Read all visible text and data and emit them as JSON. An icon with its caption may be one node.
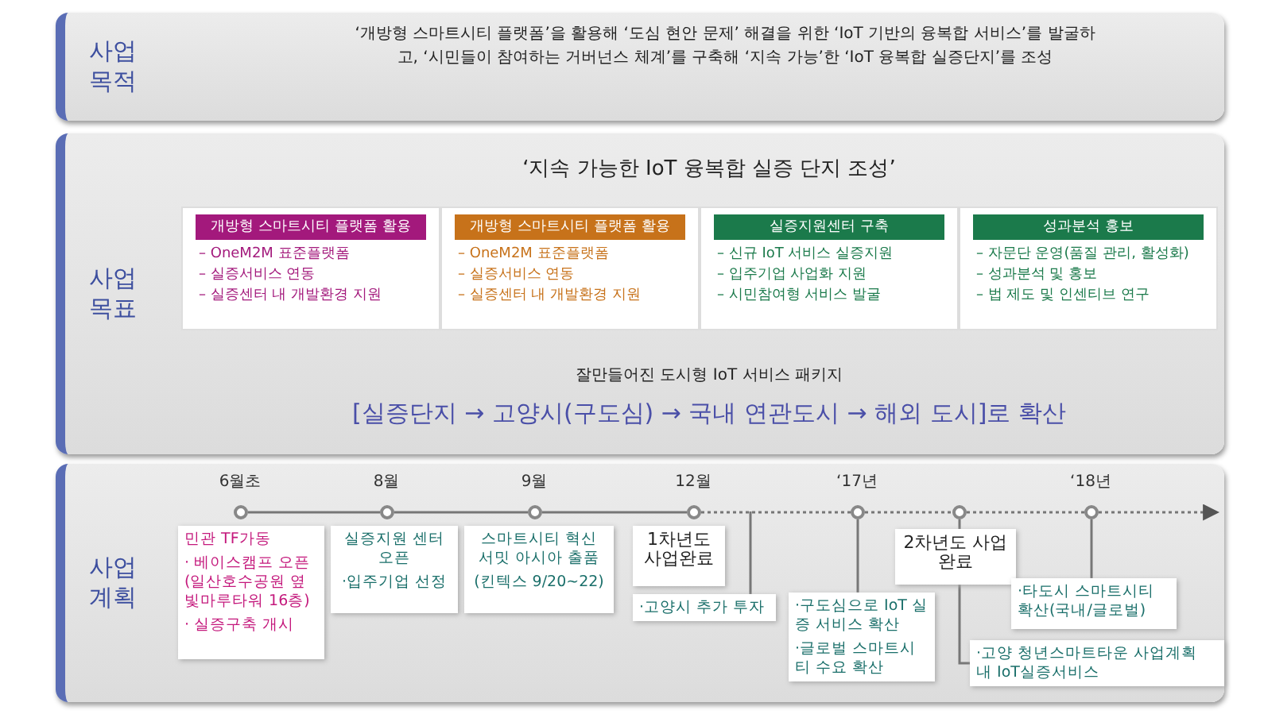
{
  "diagram": {
    "nodes": [
      {
        "text": [
          "사업 목적",
          "‘개방형 스마트시티 플랫폼’을 활용해 ‘도심 현안 문제’ 해결을 위한 ‘IoT 기반의 융복합 서비스’를 발굴하고, ‘시민들이 참여하는 거버넌스 체계’를 구축해 ‘지속 가능’한 ‘IoT 융복합 실증단지’를 조성"
        ]
      },
      {
        "text": [
          "사업 목표",
          "‘지속 가능한 IoT 융복합 실증 단지 조성’",
          "잘만들어진 도시형 IoT 서비스 패키지",
          "[실증단지 → 고양시(구도심) → 국내 연관도시 → 해외 도시]로 확산"
        ]
      },
      {
        "text": [
          "개방형 스마트시티 플랫폼 활용",
          "– OneM2M 표준플랫폼",
          "– 실증서비스 연동",
          "– 실증센터 내 개발환경 지원"
        ],
        "in": 1
      },
      {
        "text": [
          "개방형 스마트시티 플랫폼 활용",
          "– OneM2M 표준플랫폼",
          "– 실증서비스 연동",
          "– 실증센터 내 개발환경 지원"
        ],
        "in": 1
      },
      {
        "text": [
          "실증지원센터 구축",
          "– 신규 IoT 서비스 실증지원",
          "– 입주기업 사업화 지원",
          "– 시민참여형 서비스 발굴"
        ],
        "in": 1
      },
      {
        "text": [
          "성과분석 홍보",
          "– 자문단 운영(품질 관리, 활성화)",
          "– 성과분석 및 홍보",
          "– 법 제도 및 인센티브 연구"
        ],
        "in": 1
      },
      {
        "text": [
          "사업 계획"
        ]
      },
      {
        "text": [],
        "shape": "circle",
        "in": 6,
        "beside": [
          "6월초"
        ]
      },
      {
        "text": [],
        "shape": "circle",
        "in": 6,
        "beside": [
          "8월"
        ]
      },
      {
        "text": [],
        "shape": "circle",
        "in": 6,
        "beside": [
          "9월"
        ]
      },
      {
        "text": [],
        "shape": "circle",
        "in": 6,
        "beside": [
          "12월"
        ]
      },
      {
        "text": [],
        "shape": "circle",
        "in": 6,
        "beside": [
          "‘17년"
        ]
      },
      {
        "text": [],
        "shape": "circle",
        "in": 6
      },
      {
        "text": [],
        "shape": "circle",
        "in": 6,
        "beside": [
          "‘18년"
        ]
      },
      {
        "text": [
          "민관 TF가동",
          "· 베이스캠프 오픈 (일산호수공원 옆 빛마루타워 16층)",
          "· 실증구축 개시"
        ],
        "in": 6
      },
      {
        "text": [
          "실증지원 센터오픈",
          "·입주기업 선정"
        ],
        "in": 6
      },
      {
        "text": [
          "스마트시티 혁신 서밋 아시아 출품",
          "(킨텍스 9/20~22)"
        ],
        "in": 6
      },
      {
        "text": [
          "1차년도 사업완료"
        ],
        "in": 6
      },
      {
        "text": [
          "·고양시 추가 투자"
        ],
        "in": 6
      },
      {
        "text": [
          "·구도심으로 IoT 실증 서비스 확산",
          "·글로벌 스마트시티 수요 확산"
        ],
        "in": 6
      },
      {
        "text": [
          "2차년도 사업완료"
        ],
        "in": 6
      },
      {
        "text": [
          "·타도시 스마트시티 확산(국내/글로벌)"
        ],
        "in": 6
      },
      {
        "text": [
          "·고양 청년스마트타운 사업계획 내 IoT실증서비스"
        ],
        "in": 6
      }
    ],
    "edges": [
      {
        "from": 7,
        "to": 8,
        "arrow": "none"
      },
      {
        "from": 8,
        "to": 9,
        "arrow": "none"
      },
      {
        "from": 9,
        "to": 10,
        "arrow": "none"
      },
      {
        "from": 10,
        "to": 11,
        "arrow": "none",
        "style": "dashed"
      },
      {
        "from": 11,
        "to": 12,
        "arrow": "none",
        "style": "dashed"
      },
      {
        "from": 12,
        "to": 13,
        "arrow": "none",
        "style": "dashed"
      },
      {
        "from": 13,
        "to": null,
        "arrow": "to",
        "style": "dashed"
      },
      {
        "from": null,
        "to": 18,
        "arrow": "none"
      },
      {
        "from": 11,
        "to": 19,
        "arrow": "none"
      },
      {
        "from": 12,
        "to": 22,
        "arrow": "none"
      },
      {
        "from": 13,
        "to": 21,
        "arrow": "none"
      }
    ]
  }
}
